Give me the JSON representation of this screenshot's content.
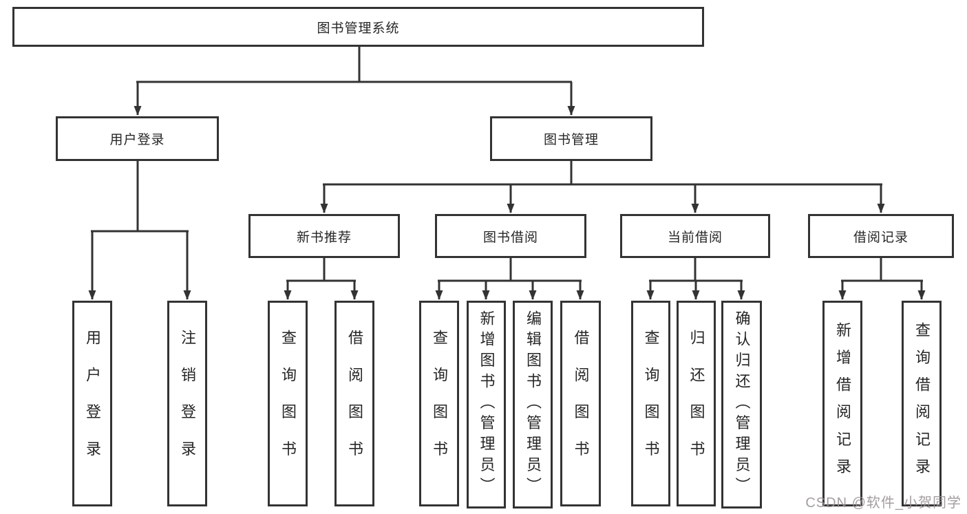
{
  "tree": {
    "label": "图书管理系统",
    "children": [
      {
        "label": "用户登录",
        "children": [
          {
            "label": "用户登录"
          },
          {
            "label": "注销登录"
          }
        ]
      },
      {
        "label": "图书管理",
        "children": [
          {
            "label": "新书推荐",
            "children": [
              {
                "label": "查询图书"
              },
              {
                "label": "借阅图书"
              }
            ]
          },
          {
            "label": "图书借阅",
            "children": [
              {
                "label": "查询图书"
              },
              {
                "label": "新增图书（管理员）"
              },
              {
                "label": "编辑图书（管理员）"
              },
              {
                "label": "借阅图书"
              }
            ]
          },
          {
            "label": "当前借阅",
            "children": [
              {
                "label": "查询图书"
              },
              {
                "label": "归还图书"
              },
              {
                "label": "确认归还（管理员）"
              }
            ]
          },
          {
            "label": "借阅记录",
            "children": [
              {
                "label": "新增借阅记录"
              },
              {
                "label": "查询借阅记录"
              }
            ]
          }
        ]
      }
    ]
  },
  "watermark": {
    "text": "CSDN @软件_小贺同学"
  },
  "colors": {
    "line": "#333333",
    "box_border": "#333333",
    "text": "#262626",
    "background": "#ffffff",
    "watermark": "#9a9294"
  }
}
